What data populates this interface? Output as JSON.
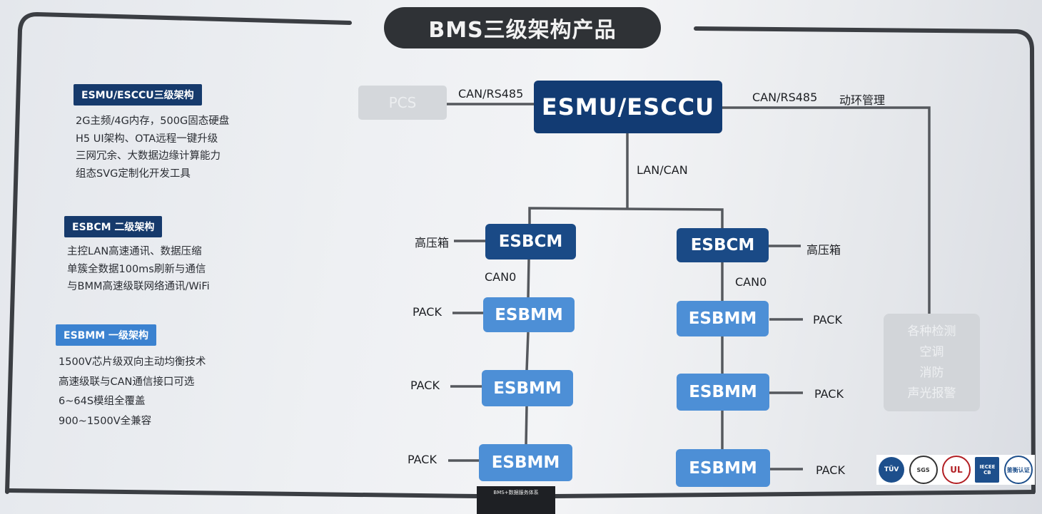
{
  "title": "BMS三级架构产品",
  "sections": [
    {
      "tag": "ESMU/ESCCU三级架构",
      "features": [
        "2G主频/4G内存，500G固态硬盘",
        "H5 UI架构、OTA远程一键升级",
        "三网冗余、大数据边缘计算能力",
        "组态SVG定制化开发工具"
      ]
    },
    {
      "tag": "ESBCM 二级架构",
      "features": [
        "主控LAN高速通讯、数据压缩",
        "单簇全数据100ms刷新与通信",
        "与BMM高速级联网络通讯/WiFi"
      ]
    },
    {
      "tag": "ESBMM 一级架构",
      "features": [
        "1500V芯片级双向主动均衡技术",
        "高速级联与CAN通信接口可选",
        "6~64S模组全覆盖",
        "900~1500V全兼容"
      ]
    }
  ],
  "diagram": {
    "esmu": "ESMU/ESCCU",
    "pcs": "PCS",
    "pcs_link": "CAN/RS485",
    "env_link": "CAN/RS485",
    "env_title": "动环管理",
    "env_items": [
      "各种检测",
      "空调",
      "消防",
      "声光报警"
    ],
    "down_link": "LAN/CAN",
    "bcm": "ESBCM",
    "hv_box": "高压箱",
    "can0": "CAN0",
    "bmm": "ESBMM",
    "pack": "PACK"
  },
  "certifications": [
    "TÜV",
    "SGS",
    "UL",
    "IECEE CB",
    "鉴衡认证"
  ],
  "booklet": {
    "line1": "BMS+数据服务体系"
  },
  "colors": {
    "title_bg": "#2f3236",
    "esmu": "#123b73",
    "bcm": "#1a4a86",
    "bmm": "#4d8fd6",
    "line": "#55585d"
  }
}
